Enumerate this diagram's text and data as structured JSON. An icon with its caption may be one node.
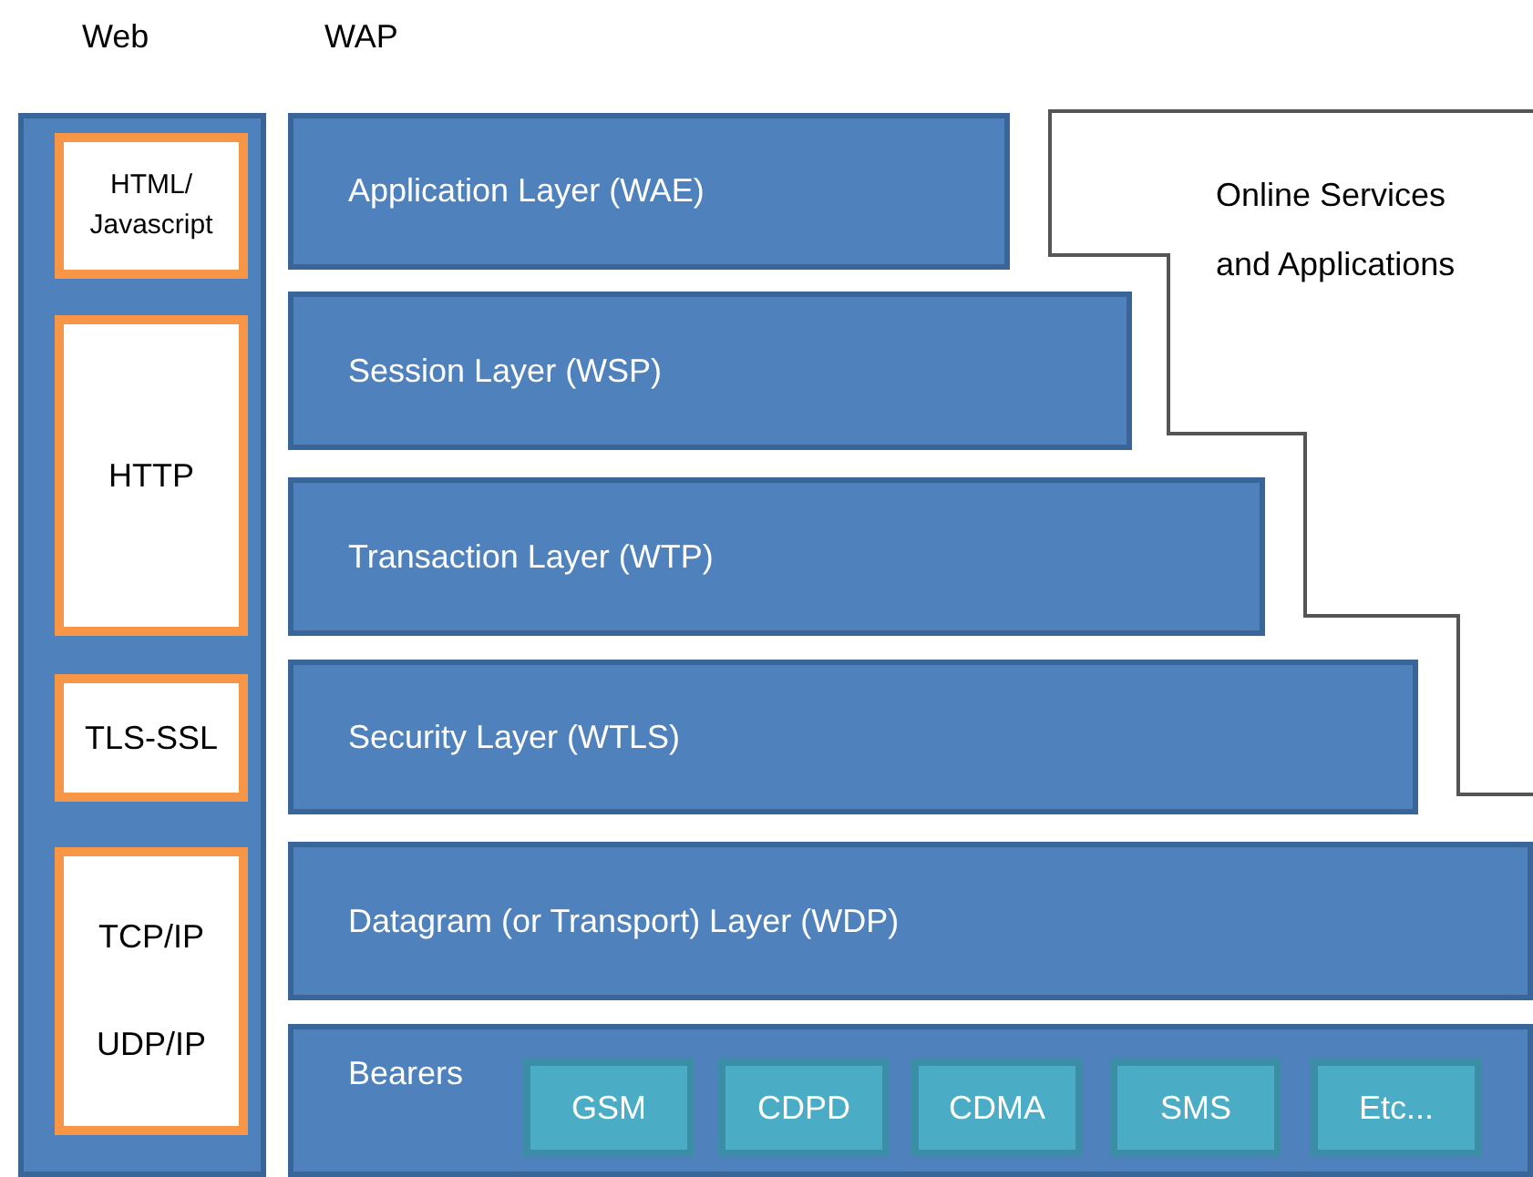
{
  "diagram": {
    "nodes": [
      {
        "text": [
          "Web"
        ]
      },
      {
        "text": [
          "HTML/ Javascript"
        ],
        "in": 0
      },
      {
        "text": [
          "HTTP"
        ],
        "in": 0
      },
      {
        "text": [
          "TLS-SSL"
        ],
        "in": 0
      },
      {
        "text": [
          "TCP/IP",
          "UDP/IP"
        ],
        "in": 0
      },
      {
        "text": [
          "Application Layer (WAE)"
        ]
      },
      {
        "text": [
          "Session Layer (WSP)"
        ]
      },
      {
        "text": [
          "Transaction Layer (WTP)"
        ]
      },
      {
        "text": [
          "Security Layer (WTLS)"
        ]
      },
      {
        "text": [
          "Datagram (or Transport) Layer (WDP)"
        ]
      },
      {
        "text": [
          "Online Services and Applications"
        ]
      },
      {
        "text": [
          "Bearers"
        ]
      },
      {
        "text": [
          "GSM"
        ],
        "in": 11
      },
      {
        "text": [
          "CDPD"
        ],
        "in": 11
      },
      {
        "text": [
          "CDMA"
        ],
        "in": 11
      },
      {
        "text": [
          "SMS"
        ],
        "in": 11
      },
      {
        "text": [
          "Etc..."
        ],
        "in": 11
      }
    ],
    "labels": [
      "WAP"
    ]
  }
}
